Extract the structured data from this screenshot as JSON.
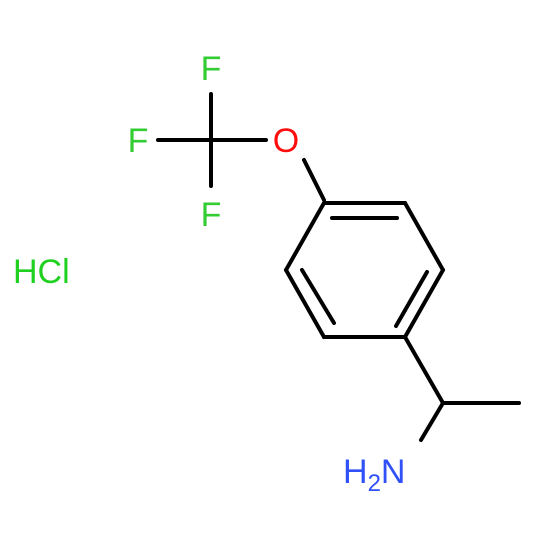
{
  "molecule": {
    "atoms": {
      "f_top": "F",
      "f_left": "F",
      "f_bottom": "F",
      "oxygen": "O",
      "amine_h": "H",
      "amine_sub": "2",
      "amine_n": "N",
      "salt": "HCl"
    },
    "colors": {
      "bond": "#000000",
      "fluorine": "#33cc33",
      "oxygen": "#ff0d0d",
      "nitrogen": "#3050f8",
      "chlorine": "#1fd01f"
    }
  }
}
